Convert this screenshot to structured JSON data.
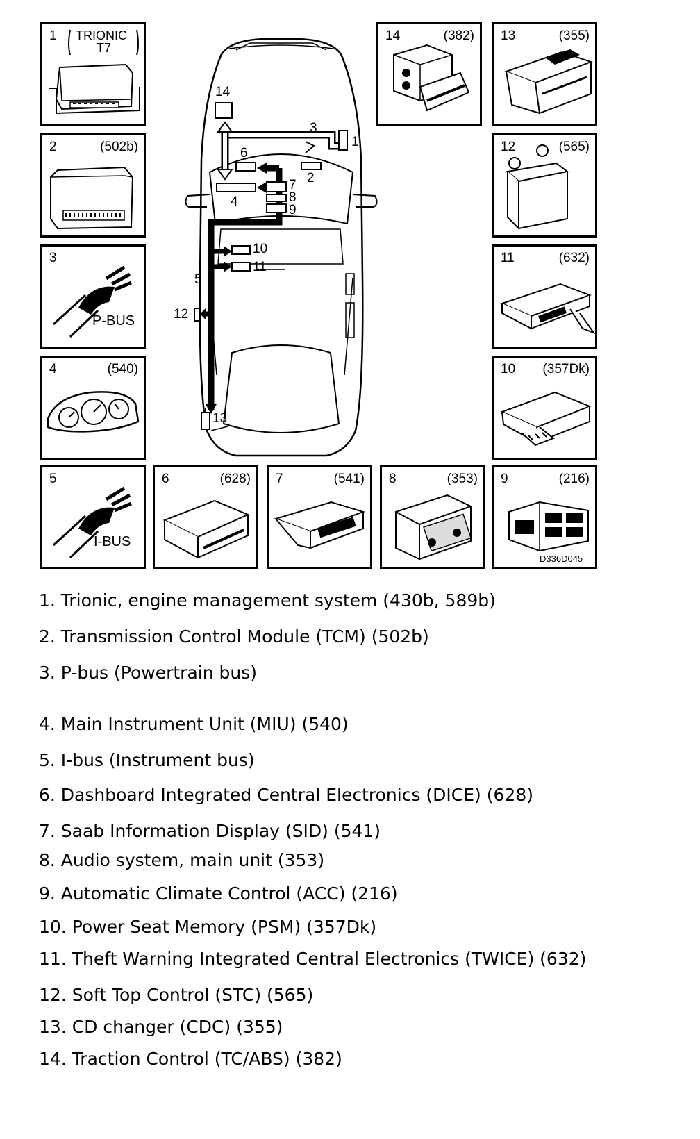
{
  "tiles": [
    {
      "num": "1",
      "code": "",
      "label": "TRIONIC\nT7"
    },
    {
      "num": "2",
      "code": "(502b)"
    },
    {
      "num": "3",
      "code": "",
      "label": "P-BUS"
    },
    {
      "num": "4",
      "code": "(540)"
    },
    {
      "num": "5",
      "code": "",
      "label": "I-BUS"
    },
    {
      "num": "6",
      "code": "(628)"
    },
    {
      "num": "7",
      "code": "(541)"
    },
    {
      "num": "8",
      "code": "(353)"
    },
    {
      "num": "9",
      "code": "(216)"
    },
    {
      "num": "10",
      "code": "(357Dk)"
    },
    {
      "num": "11",
      "code": "(632)"
    },
    {
      "num": "12",
      "code": "(565)"
    },
    {
      "num": "13",
      "code": "(355)"
    },
    {
      "num": "14",
      "code": "(382)"
    }
  ],
  "trionic_line1": "TRIONIC",
  "trionic_line2": "T7",
  "pbus_label": "P-BUS",
  "ibus_label": "I-BUS",
  "figure_id": "D336D045",
  "car_labels": {
    "l1": "1",
    "l2": "2",
    "l3": "3",
    "l4": "4",
    "l5": "5",
    "l6": "6",
    "l7": "7",
    "l8": "8",
    "l9": "9",
    "l10": "10",
    "l11": "11",
    "l12": "12",
    "l13": "13",
    "l14": "14"
  },
  "legend": [
    "1.  Trionic, engine management system (430b, 589b)",
    "2.  Transmission Control Module (TCM)  (502b)",
    "3.  P-bus (Powertrain bus)",
    "4.  Main Instrument Unit (MIU) (540)",
    "5.  I-bus (Instrument bus)",
    "6.  Dashboard Integrated Central Electronics (DICE) (628)",
    "7.  Saab Information Display (SID) (541)",
    "8.  Audio system, main unit (353)",
    "9.  Automatic Climate Control (ACC) (216)",
    "10. Power Seat Memory (PSM) (357Dk)",
    "11. Theft Warning Integrated Central Electronics (TWICE) (632)",
    "12. Soft Top Control (STC) (565)",
    "13. CD changer (CDC) (355)",
    "14. Traction Control (TC/ABS) (382)"
  ]
}
